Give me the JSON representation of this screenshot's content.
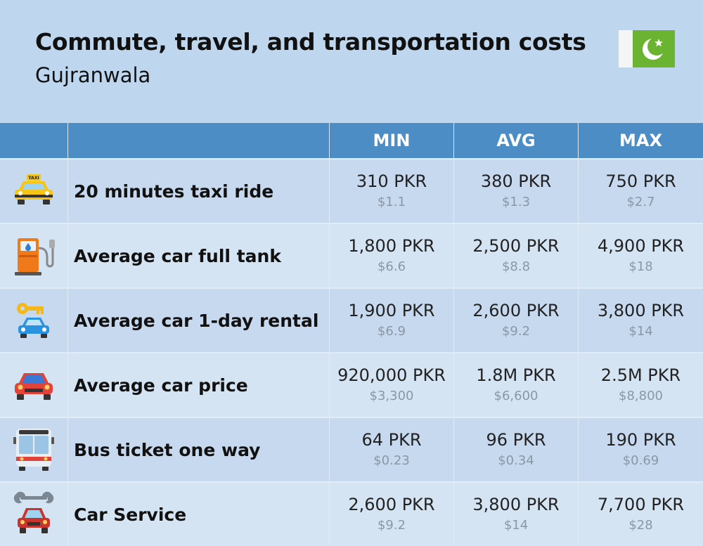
{
  "header": {
    "title": "Commute, travel, and transportation costs",
    "subtitle": "Gujranwala",
    "flag_icon": "pakistan-flag-icon",
    "colors": {
      "flag_green": "#6ab432",
      "flag_white": "#f5f5f5"
    }
  },
  "table": {
    "columns": [
      "",
      "",
      "MIN",
      "AVG",
      "MAX"
    ],
    "colors": {
      "header_bg": "#4d8dc6",
      "row_odd": "#c7d9ee",
      "row_even": "#d5e4f3",
      "usd_text": "#8a97a6"
    },
    "rows": [
      {
        "icon": "taxi-icon",
        "label": "20 minutes taxi ride",
        "min": {
          "pkr": "310 PKR",
          "usd": "$1.1"
        },
        "avg": {
          "pkr": "380 PKR",
          "usd": "$1.3"
        },
        "max": {
          "pkr": "750 PKR",
          "usd": "$2.7"
        }
      },
      {
        "icon": "fuel-pump-icon",
        "label": "Average car full tank",
        "min": {
          "pkr": "1,800 PKR",
          "usd": "$6.6"
        },
        "avg": {
          "pkr": "2,500 PKR",
          "usd": "$8.8"
        },
        "max": {
          "pkr": "4,900 PKR",
          "usd": "$18"
        }
      },
      {
        "icon": "car-key-icon",
        "label": "Average car 1-day rental",
        "min": {
          "pkr": "1,900 PKR",
          "usd": "$6.9"
        },
        "avg": {
          "pkr": "2,600 PKR",
          "usd": "$9.2"
        },
        "max": {
          "pkr": "3,800 PKR",
          "usd": "$14"
        }
      },
      {
        "icon": "car-icon",
        "label": "Average car price",
        "min": {
          "pkr": "920,000 PKR",
          "usd": "$3,300"
        },
        "avg": {
          "pkr": "1.8M PKR",
          "usd": "$6,600"
        },
        "max": {
          "pkr": "2.5M PKR",
          "usd": "$8,800"
        }
      },
      {
        "icon": "bus-icon",
        "label": "Bus ticket one way",
        "min": {
          "pkr": "64 PKR",
          "usd": "$0.23"
        },
        "avg": {
          "pkr": "96 PKR",
          "usd": "$0.34"
        },
        "max": {
          "pkr": "190 PKR",
          "usd": "$0.69"
        }
      },
      {
        "icon": "car-service-icon",
        "label": "Car Service",
        "min": {
          "pkr": "2,600 PKR",
          "usd": "$9.2"
        },
        "avg": {
          "pkr": "3,800 PKR",
          "usd": "$14"
        },
        "max": {
          "pkr": "7,700 PKR",
          "usd": "$28"
        }
      }
    ]
  }
}
